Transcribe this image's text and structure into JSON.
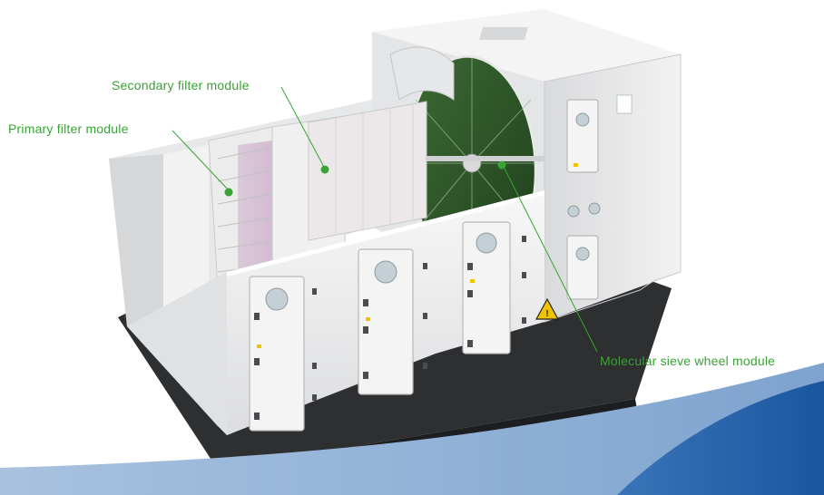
{
  "labels": {
    "primary": "Primary filter module",
    "secondary": "Secondary filter module",
    "molecular": "Molecular sieve wheel module"
  },
  "colors": {
    "label": "#3aa335",
    "leader": "#3aa335",
    "marker": "#3aa335",
    "wave_light": "#8fb2d8",
    "wave_dark": "#1f5ea8",
    "cabinet": "#eeeff0",
    "wheel": "#2f5a2a"
  }
}
